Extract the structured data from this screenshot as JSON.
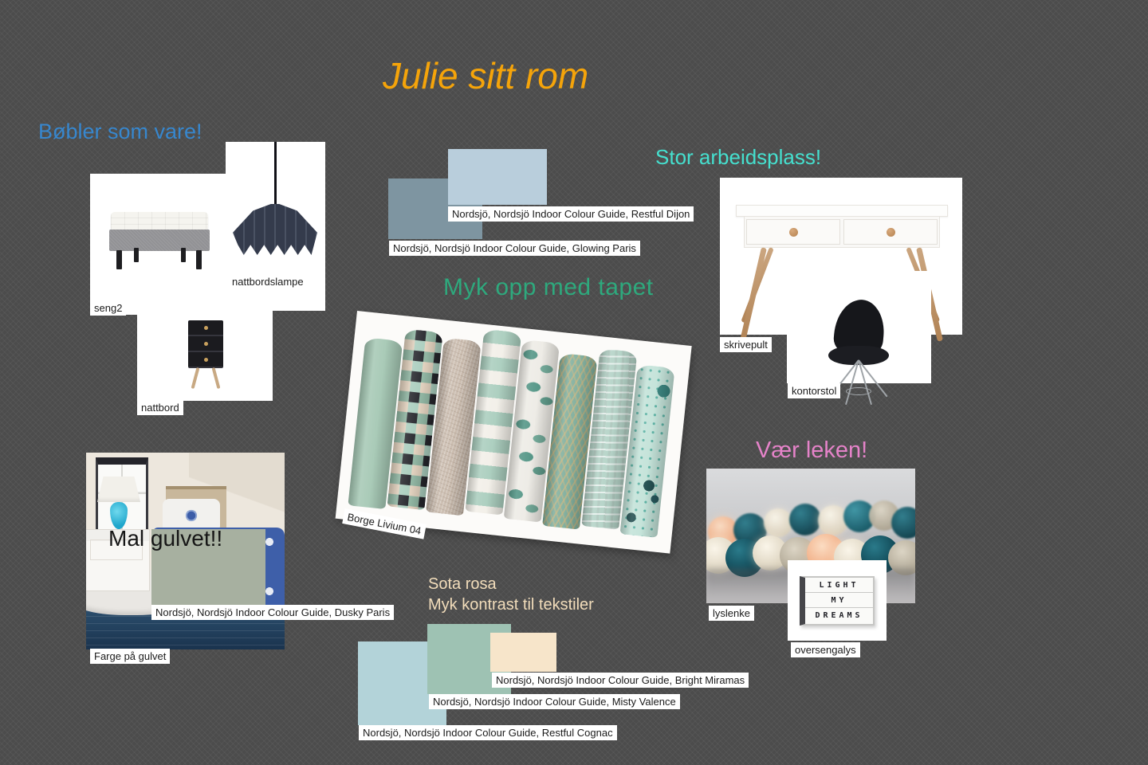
{
  "slide": {
    "title": "Julie sitt rom"
  },
  "headings": {
    "furniture": "Bøbler som vare!",
    "workspace": "Stor arbeidsplass!",
    "wallpaper": "Myk opp med tapet",
    "playful": "Vær leken!",
    "textiles_line1": "Sota rosa",
    "textiles_line2": "Myk kontrast til tekstiler",
    "floor_overlay": "Mal gulvet!!"
  },
  "item_labels": {
    "bed": "seng2",
    "lamp": "nattbordslampe",
    "nightstand": "nattbord",
    "desk": "skrivepult",
    "chair": "kontorstol",
    "wallpaper": "Borge Livium 04",
    "lights": "lyslenke",
    "lightbox": "oversengalys",
    "floor_caption": "Farge på gulvet"
  },
  "swatches": {
    "restful_dijon": {
      "label": "Nordsjö, Nordsjö Indoor Colour Guide, Restful Dijon",
      "color": "#B9CEDC"
    },
    "glowing_paris": {
      "label": "Nordsjö, Nordsjö Indoor Colour Guide, Glowing Paris",
      "color": "#7E95A1"
    },
    "dusky_paris": {
      "label": "Nordsjö, Nordsjö Indoor Colour Guide, Dusky Paris",
      "color": "#A7B0A0"
    },
    "bright_miramas": {
      "label": "Nordsjö, Nordsjö Indoor Colour Guide, Bright Miramas",
      "color": "#F7E5CA"
    },
    "misty_valence": {
      "label": "Nordsjö, Nordsjö Indoor Colour Guide, Misty Valence",
      "color": "#9EC2B3"
    },
    "restful_cognac": {
      "label": "Nordsjö, Nordsjö Indoor Colour Guide, Restful Cognac",
      "color": "#B3D3D9"
    }
  },
  "lightbox": {
    "line1": "LIGHT",
    "line2": "MY",
    "line3": "DREAMS"
  },
  "theme": {
    "background": "#4C4C4C",
    "title_color": "#F5A40A",
    "furniture_heading_color": "#3787CE",
    "workspace_heading_color": "#45E0CF",
    "wallpaper_heading_color": "#2EA97D",
    "playful_heading_color": "#E583C9",
    "textiles_heading_color": "#F2DDBB"
  }
}
